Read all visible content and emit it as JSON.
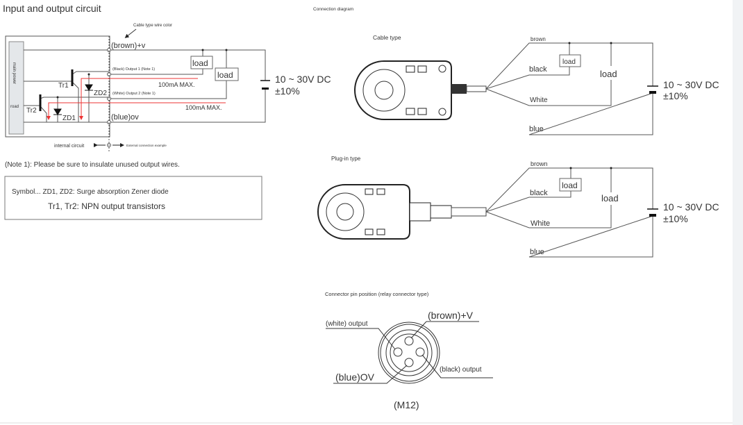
{
  "circuit": {
    "title": "Input and output circuit",
    "wire_color_label": "Cable type wire color",
    "main_power": "main power",
    "road": "road",
    "brown": "(brown)+v",
    "black": "(Black) Output 1 (Note 1)",
    "white": "(White) Output 2 (Note 1)",
    "blue": "(blue)ov",
    "load": "load",
    "max1": "100mA MAX.",
    "max2": "100mA MAX.",
    "tr1": "Tr1",
    "tr2": "Tr2",
    "zd1": "ZD1",
    "zd2": "ZD2",
    "supply": "10 ~ 30V DC",
    "tolerance": "±10%",
    "internal": "internal circuit",
    "external": "External connection example",
    "note": "(Note 1): Please be sure to insulate unused output wires.",
    "symbol1": "Symbol... ZD1, ZD2: Surge absorption Zener diode",
    "symbol2": "Tr1, Tr2: NPN output transistors"
  },
  "connection": {
    "title": "Connection diagram",
    "cable_type": "Cable type",
    "plugin_type": "Plug-in type",
    "brown": "brown",
    "black": "black",
    "white": "White",
    "blue": "blue",
    "load": "load",
    "supply": "10 ~ 30V DC",
    "tolerance": "±10%"
  },
  "connector": {
    "title": "Connector pin position (relay connector type)",
    "brown": "(brown)+V",
    "white": "(white) output",
    "black": "(black) output",
    "blue": "(blue)OV",
    "model": "(M12)"
  },
  "colors": {
    "wire": "#555555",
    "current_arrow": "#ee3333",
    "sidebar": "#f1f3f5"
  }
}
